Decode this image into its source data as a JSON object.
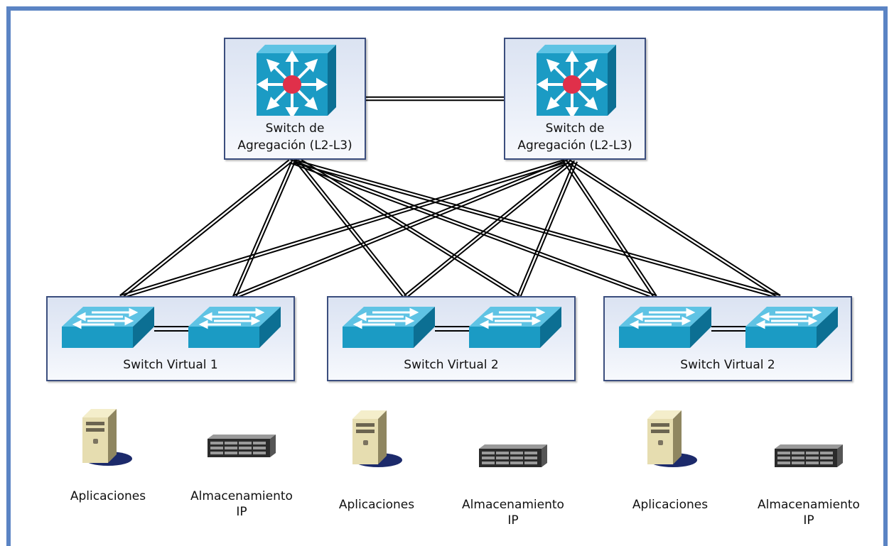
{
  "aggregation_switches": [
    {
      "label_line1": "Switch de",
      "label_line2": "Agregación (L2-L3)"
    },
    {
      "label_line1": "Switch de",
      "label_line2": "Agregación (L2-L3)"
    }
  ],
  "virtual_switches": [
    {
      "label": "Switch Virtual 1"
    },
    {
      "label": "Switch Virtual 2"
    },
    {
      "label": "Switch Virtual 2"
    }
  ],
  "devices": [
    {
      "type": "server",
      "label_line1": "Aplicaciones",
      "label_line2": ""
    },
    {
      "type": "storage",
      "label_line1": "Almacenamiento",
      "label_line2": "IP"
    },
    {
      "type": "server",
      "label_line1": "Aplicaciones",
      "label_line2": ""
    },
    {
      "type": "storage",
      "label_line1": "Almacenamiento",
      "label_line2": "IP"
    },
    {
      "type": "server",
      "label_line1": "Aplicaciones",
      "label_line2": ""
    },
    {
      "type": "storage",
      "label_line1": "Almacenamiento",
      "label_line2": "IP"
    }
  ],
  "colors": {
    "frame": "#5b84c4",
    "box_border": "#3b4e7e",
    "switch_body": "#1b9bc4",
    "router_center": "#e0304a"
  },
  "icons": {
    "aggregation": "layer3-switch-icon",
    "access": "workgroup-switch-icon",
    "server": "server-tower-icon",
    "storage": "rack-storage-icon"
  }
}
